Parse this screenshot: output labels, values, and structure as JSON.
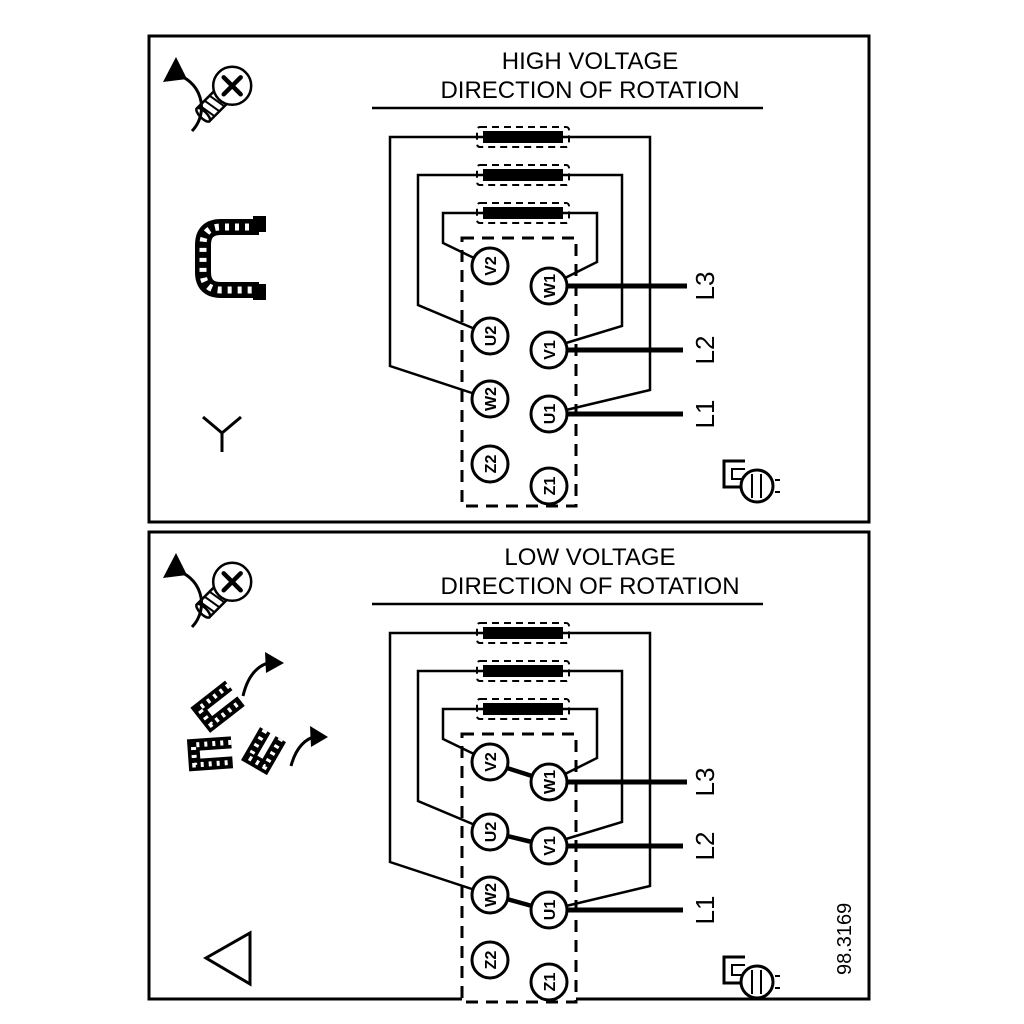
{
  "figure": {
    "reference_number": "98.3169",
    "background_color": "#ffffff",
    "line_color": "#000000"
  },
  "panels": [
    {
      "id": "high-voltage",
      "title_line1": "HIGH VOLTAGE",
      "title_line2": "DIRECTION OF ROTATION",
      "connection_symbol": "star",
      "terminals": {
        "left": [
          "V2",
          "U2",
          "W2",
          "Z2"
        ],
        "right": [
          "W1",
          "V1",
          "U1",
          "Z1"
        ]
      },
      "supply_lines": [
        "L3",
        "L2",
        "L1"
      ],
      "icons": [
        "screw-rotation-icon",
        "jumper-link-icon",
        "star-icon",
        "ground-screw-icon"
      ]
    },
    {
      "id": "low-voltage",
      "title_line1": "LOW VOLTAGE",
      "title_line2": "DIRECTION OF ROTATION",
      "connection_symbol": "delta",
      "terminals": {
        "left": [
          "V2",
          "U2",
          "W2",
          "Z2"
        ],
        "right": [
          "W1",
          "V1",
          "U1",
          "Z1"
        ]
      },
      "supply_lines": [
        "L3",
        "L2",
        "L1"
      ],
      "icons": [
        "screw-rotation-icon",
        "tilted-jumper-links-icon",
        "delta-icon",
        "ground-screw-icon"
      ]
    }
  ]
}
